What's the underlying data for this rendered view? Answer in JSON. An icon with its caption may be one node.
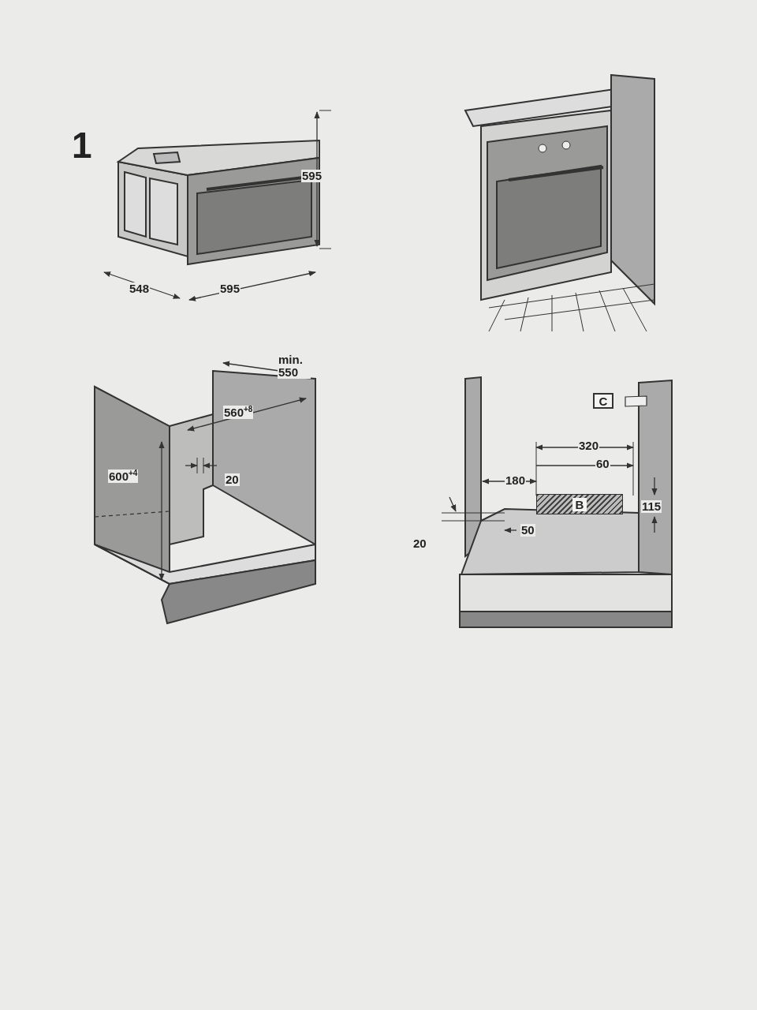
{
  "diagram": {
    "nodes": [
      {
        "text": [
          "C"
        ]
      },
      {
        "text": [
          "B"
        ]
      }
    ],
    "labels": [
      "1",
      "595",
      "548",
      "595",
      "min. 550",
      "560$^{+8}$",
      "600$^{+4}$",
      "20",
      "320",
      "60",
      "180",
      "115",
      "50",
      "20"
    ]
  }
}
